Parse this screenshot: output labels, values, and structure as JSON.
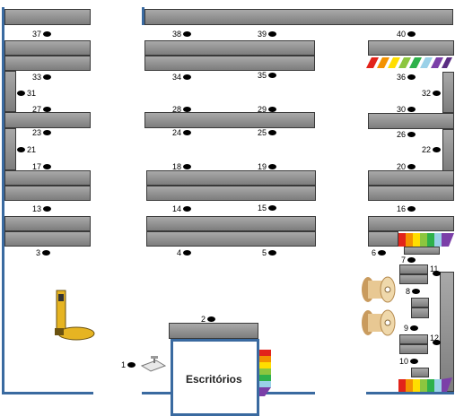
{
  "office": {
    "label": "Escritórios"
  },
  "points": {
    "p1": "1",
    "p2": "2",
    "p3": "3",
    "p4": "4",
    "p5": "5",
    "p6": "6",
    "p7": "7",
    "p8": "8",
    "p9": "9",
    "p10": "10",
    "p11": "11",
    "p12": "12",
    "p13": "13",
    "p14": "14",
    "p15": "15",
    "p16": "16",
    "p17": "17",
    "p18": "18",
    "p19": "19",
    "p20": "20",
    "p21": "21",
    "p22": "22",
    "p23": "23",
    "p24": "24",
    "p25": "25",
    "p26": "26",
    "p27": "27",
    "p28": "28",
    "p29": "29",
    "p30": "30",
    "p31": "31",
    "p32": "32",
    "p33": "33",
    "p34": "34",
    "p35": "35",
    "p36": "36",
    "p37": "37",
    "p38": "38",
    "p39": "39",
    "p40": "40"
  },
  "colors": {
    "wall": "#3a6aa0",
    "shelf": "#8a8a8a",
    "dot": "#000000"
  }
}
